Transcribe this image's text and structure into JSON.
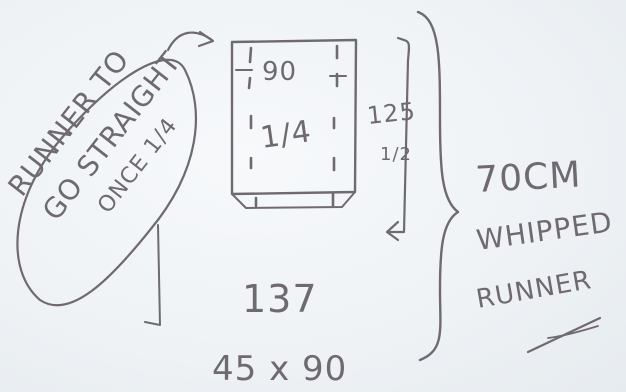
{
  "note": {
    "ellipse_text": [
      "RUNNER TO",
      "GO STRAIGHT",
      "ONCE 1/4"
    ],
    "panel_width": "90",
    "panel_fold": "1/4",
    "height_main": "125",
    "height_half": "1/2",
    "side_text": [
      "70CM",
      "WHIPPED",
      "RUNNER"
    ],
    "total": "137",
    "dims": "45 x 90"
  }
}
